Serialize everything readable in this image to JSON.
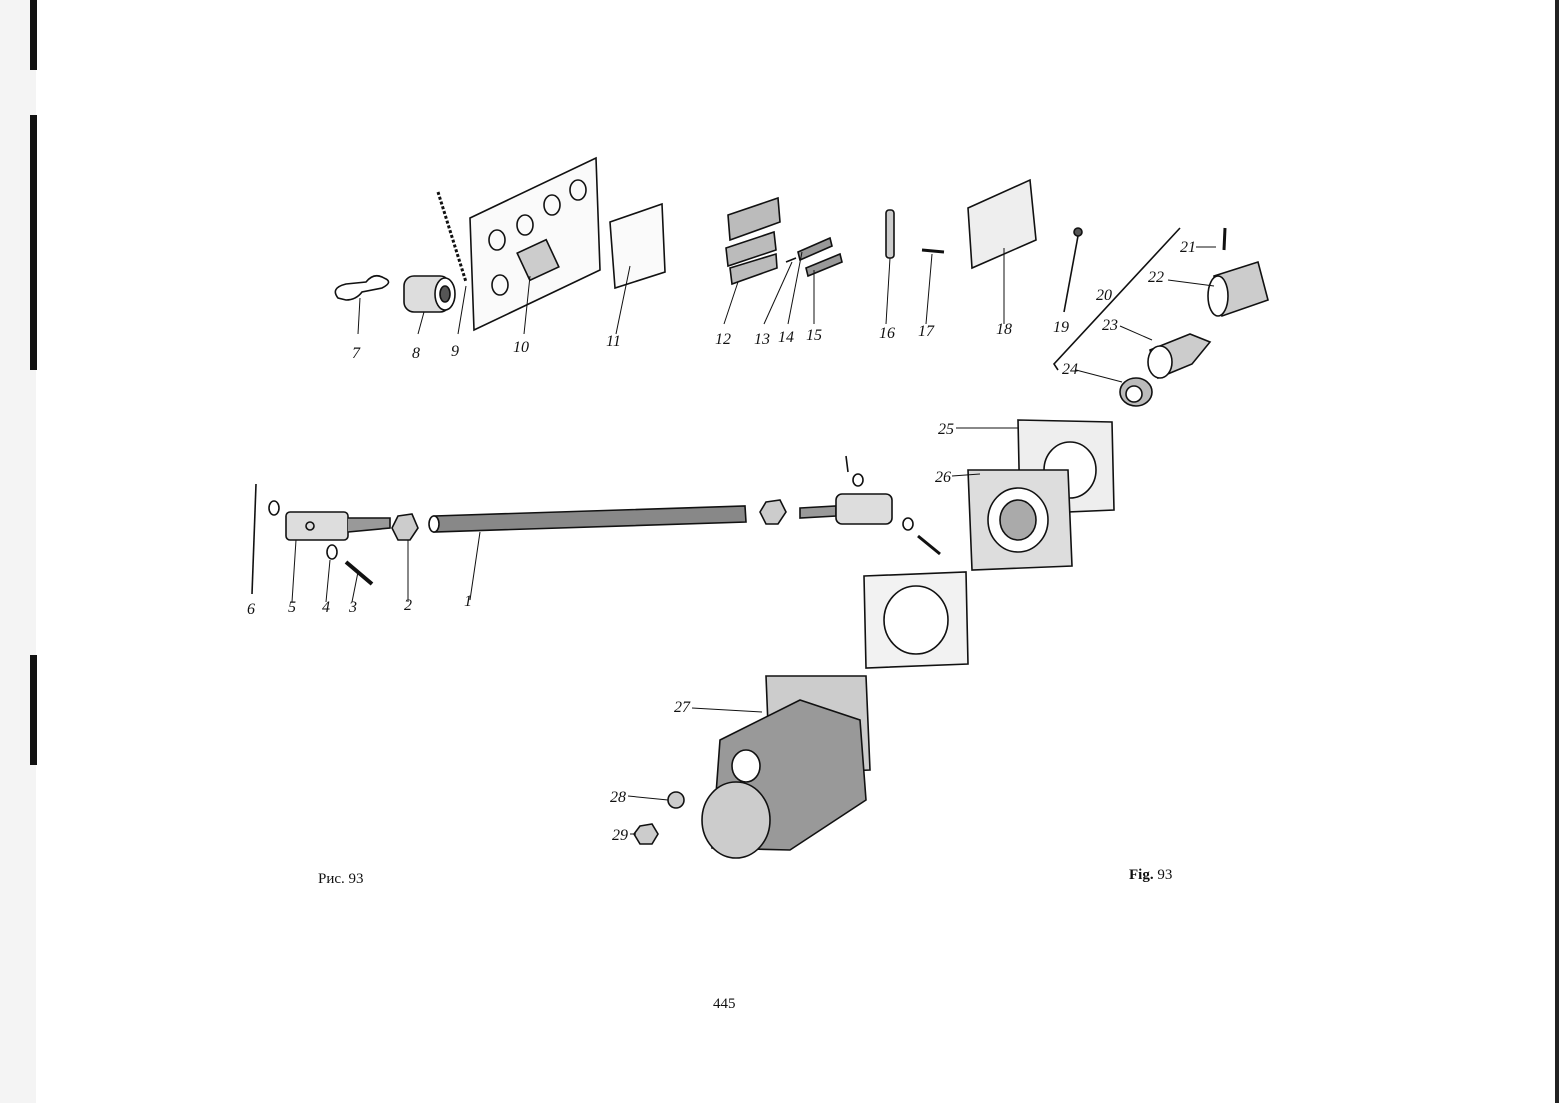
{
  "figure": {
    "caption_ru": "Рис. 93",
    "caption_en_bold": "Fig.",
    "caption_en_num": "93",
    "page_number": "445"
  },
  "part_labels": [
    "1",
    "2",
    "3",
    "4",
    "5",
    "6",
    "7",
    "8",
    "9",
    "10",
    "11",
    "12",
    "13",
    "14",
    "15",
    "16",
    "17",
    "18",
    "19",
    "20",
    "21",
    "22",
    "23",
    "24",
    "25",
    "26",
    "27",
    "28",
    "29"
  ],
  "colors": {
    "ink": "#111111",
    "paper": "#ffffff"
  }
}
